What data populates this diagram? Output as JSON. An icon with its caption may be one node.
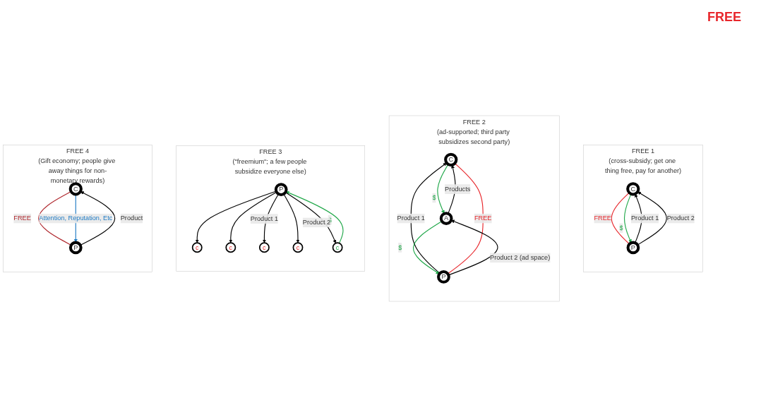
{
  "diagram": {
    "nodes": [
      {
        "text": [
          "FREE 1",
          "(cross-subsidy; get one thing free, pay for another)"
        ]
      },
      {
        "text": [
          "C"
        ],
        "in": 0
      },
      {
        "text": [
          "P"
        ],
        "in": 0
      },
      {
        "text": [
          "FREE 2",
          "(ad-supported; third party subsidizes second party)"
        ]
      },
      {
        "text": [
          "C"
        ],
        "in": 3
      },
      {
        "text": [
          "P"
        ],
        "in": 3
      },
      {
        "text": [
          "A"
        ],
        "in": 3
      },
      {
        "text": [
          "FREE 3",
          "(\"freemium\"; a few people subsidize everyone else)"
        ]
      },
      {
        "text": [
          "c"
        ],
        "in": 7
      },
      {
        "text": [
          "c"
        ],
        "in": 7
      },
      {
        "text": [
          "c"
        ],
        "in": 7
      },
      {
        "text": [
          "c"
        ],
        "in": 7
      },
      {
        "text": [
          "c"
        ],
        "in": 7
      },
      {
        "text": [
          "P"
        ],
        "in": 7
      },
      {
        "text": [
          "FREE 4",
          "(Gift economy; people give away things for non-monetary rewards)"
        ]
      },
      {
        "text": [
          "C"
        ],
        "in": 14
      },
      {
        "text": [
          "P"
        ],
        "in": 14
      }
    ],
    "edges": [
      {
        "from": 2,
        "to": 1,
        "arrow": "to",
        "label": "Product 1"
      },
      {
        "from": 1,
        "to": 2,
        "arrow": "none",
        "label": "FREE",
        "color": "#e8262b"
      },
      {
        "from": 1,
        "to": 2,
        "arrow": "to",
        "label": "$",
        "color": "#21a84a"
      },
      {
        "from": 2,
        "to": 1,
        "arrow": "to",
        "label": "Product 2"
      },
      {
        "from": 5,
        "to": 4,
        "arrow": "to",
        "label": "Product 1"
      },
      {
        "from": 5,
        "to": 4,
        "arrow": "none",
        "label": "FREE",
        "color": "#e8262b"
      },
      {
        "from": 4,
        "to": 6,
        "arrow": "to",
        "label": "$",
        "color": "#21a84a"
      },
      {
        "from": 6,
        "to": 5,
        "arrow": "to",
        "label": "$",
        "color": "#21a84a"
      },
      {
        "from": 5,
        "to": 6,
        "arrow": "to",
        "label": "Product 2 (ad space)"
      },
      {
        "from": 6,
        "to": 4,
        "arrow": "to",
        "label": "Products"
      },
      {
        "from": 13,
        "to": 8,
        "arrow": "to"
      },
      {
        "from": 13,
        "to": 9,
        "arrow": "to"
      },
      {
        "from": 13,
        "to": 10,
        "arrow": "to",
        "label": "Product 1"
      },
      {
        "from": 13,
        "to": 11,
        "arrow": "to"
      },
      {
        "from": 12,
        "to": 13,
        "arrow": "to",
        "label": "$",
        "color": "#21a84a"
      },
      {
        "from": 13,
        "to": 12,
        "arrow": "to",
        "label": "Product 2"
      },
      {
        "from": 16,
        "to": 15,
        "arrow": "to",
        "label": "Product"
      },
      {
        "from": 15,
        "to": 16,
        "arrow": "none",
        "label": "FREE",
        "color": "#b0282e"
      },
      {
        "from": 15,
        "to": 16,
        "arrow": "to",
        "label": "Attention, Reputation, Etc",
        "color": "#1f7bc4"
      }
    ],
    "labels": [
      "FREE"
    ]
  }
}
